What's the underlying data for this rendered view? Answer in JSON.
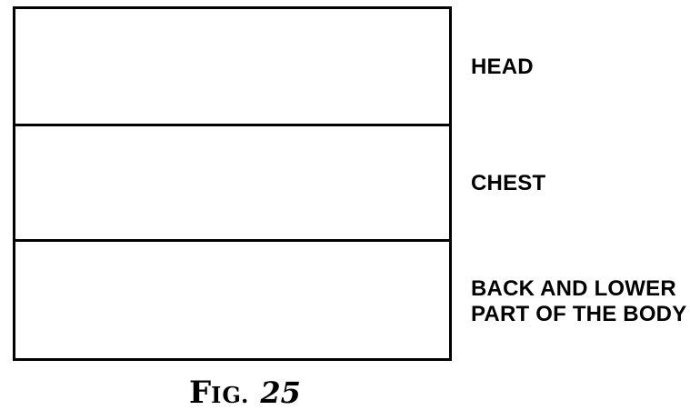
{
  "figure": {
    "caption": {
      "prefix_large": "F",
      "prefix_small": "IG.",
      "number": "25"
    },
    "sections": [
      {
        "id": "head",
        "label": "HEAD"
      },
      {
        "id": "chest",
        "label": "CHEST"
      },
      {
        "id": "back",
        "label": "BACK AND LOWER PART OF THE BODY"
      }
    ],
    "colors": {
      "line": "#000000",
      "background": "#ffffff",
      "text": "#000000"
    }
  }
}
